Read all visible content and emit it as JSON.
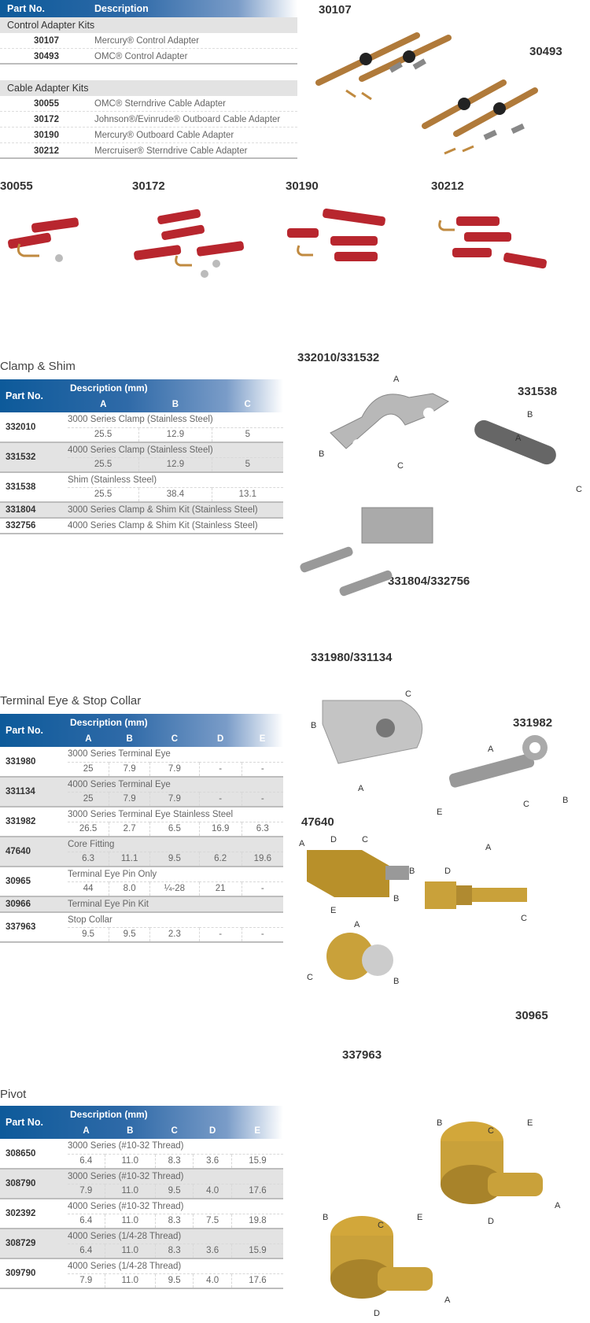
{
  "adapter_table": {
    "col_part": "Part No.",
    "col_desc": "Description",
    "groups": [
      {
        "title": "Control Adapter Kits",
        "rows": [
          [
            "30107",
            "Mercury® Control Adapter"
          ],
          [
            "30493",
            "OMC® Control Adapter"
          ]
        ]
      },
      {
        "title": "Cable Adapter Kits",
        "rows": [
          [
            "30055",
            "OMC® Sterndrive Cable Adapter"
          ],
          [
            "30172",
            "Johnson®/Evinrude® Outboard Cable Adapter"
          ],
          [
            "30190",
            "Mercury® Outboard Cable Adapter"
          ],
          [
            "30212",
            "Mercruiser® Sterndrive Cable Adapter"
          ]
        ]
      }
    ]
  },
  "images": {
    "i30107": "30107",
    "i30493": "30493",
    "i30055": "30055",
    "i30172": "30172",
    "i30190": "30190",
    "i30212": "30212",
    "clamp": "332010/331532",
    "shim": "331538",
    "kit": "331804/332756",
    "teye": "331980/331134",
    "ss": "331982",
    "core": "47640",
    "pin": "30965",
    "collar": "337963"
  },
  "dims": {
    "A": "A",
    "B": "B",
    "C": "C",
    "D": "D",
    "E": "E"
  },
  "clamp": {
    "title": "Clamp & Shim",
    "col_part": "Part No.",
    "col_desc": "Description (mm)",
    "cols": [
      "A",
      "B",
      "C"
    ],
    "rows": [
      {
        "part": "332010",
        "desc": "3000 Series Clamp (Stainless Steel)",
        "vals": [
          "25.5",
          "12.9",
          "5"
        ]
      },
      {
        "part": "331532",
        "desc": "4000 Series Clamp (Stainless Steel)",
        "vals": [
          "25.5",
          "12.9",
          "5"
        ]
      },
      {
        "part": "331538",
        "desc": "Shim (Stainless Steel)",
        "vals": [
          "25.5",
          "38.4",
          "13.1"
        ]
      },
      {
        "part": "331804",
        "desc": "3000 Series Clamp & Shim Kit (Stainless Steel)"
      },
      {
        "part": "332756",
        "desc": "4000 Series Clamp & Shim Kit (Stainless Steel)"
      }
    ]
  },
  "terminal": {
    "title": "Terminal Eye & Stop Collar",
    "col_part": "Part No.",
    "col_desc": "Description (mm)",
    "cols": [
      "A",
      "B",
      "C",
      "D",
      "E"
    ],
    "rows": [
      {
        "part": "331980",
        "desc": "3000 Series Terminal Eye",
        "vals": [
          "25",
          "7.9",
          "7.9",
          "-",
          "-"
        ]
      },
      {
        "part": "331134",
        "desc": "4000 Series Terminal Eye",
        "vals": [
          "25",
          "7.9",
          "7.9",
          "-",
          "-"
        ]
      },
      {
        "part": "331982",
        "desc": "3000 Series Terminal Eye Stainless Steel",
        "vals": [
          "26.5",
          "2.7",
          "6.5",
          "16.9",
          "6.3"
        ]
      },
      {
        "part": "47640",
        "desc": "Core Fitting",
        "vals": [
          "6.3",
          "11.1",
          "9.5",
          "6.2",
          "19.6"
        ]
      },
      {
        "part": "30965",
        "desc": "Terminal Eye Pin Only",
        "vals": [
          "44",
          "8.0",
          "¼-28",
          "21",
          "-"
        ]
      },
      {
        "part": "30966",
        "desc": "Terminal Eye Pin Kit"
      },
      {
        "part": "337963",
        "desc": "Stop Collar",
        "vals": [
          "9.5",
          "9.5",
          "2.3",
          "-",
          "-"
        ]
      }
    ]
  },
  "pivot": {
    "title": "Pivot",
    "col_part": "Part No.",
    "col_desc": "Description (mm)",
    "cols": [
      "A",
      "B",
      "C",
      "D",
      "E"
    ],
    "rows": [
      {
        "part": "308650",
        "desc": "3000 Series (#10-32 Thread)",
        "vals": [
          "6.4",
          "11.0",
          "8.3",
          "3.6",
          "15.9"
        ]
      },
      {
        "part": "308790",
        "desc": "3000 Series (#10-32 Thread)",
        "vals": [
          "7.9",
          "11.0",
          "9.5",
          "4.0",
          "17.6"
        ]
      },
      {
        "part": "302392",
        "desc": "4000 Series (#10-32 Thread)",
        "vals": [
          "6.4",
          "11.0",
          "8.3",
          "7.5",
          "19.8"
        ]
      },
      {
        "part": "308729",
        "desc": "4000 Series (1/4-28 Thread)",
        "vals": [
          "6.4",
          "11.0",
          "8.3",
          "3.6",
          "15.9"
        ]
      },
      {
        "part": "309790",
        "desc": "4000 Series (1/4-28 Thread)",
        "vals": [
          "7.9",
          "11.0",
          "9.5",
          "4.0",
          "17.6"
        ]
      }
    ]
  },
  "colors": {
    "header": "#0d5a9a",
    "stripe": "#e3e3e3",
    "red_part": "#b8262e",
    "brass": "#c9a13a"
  }
}
